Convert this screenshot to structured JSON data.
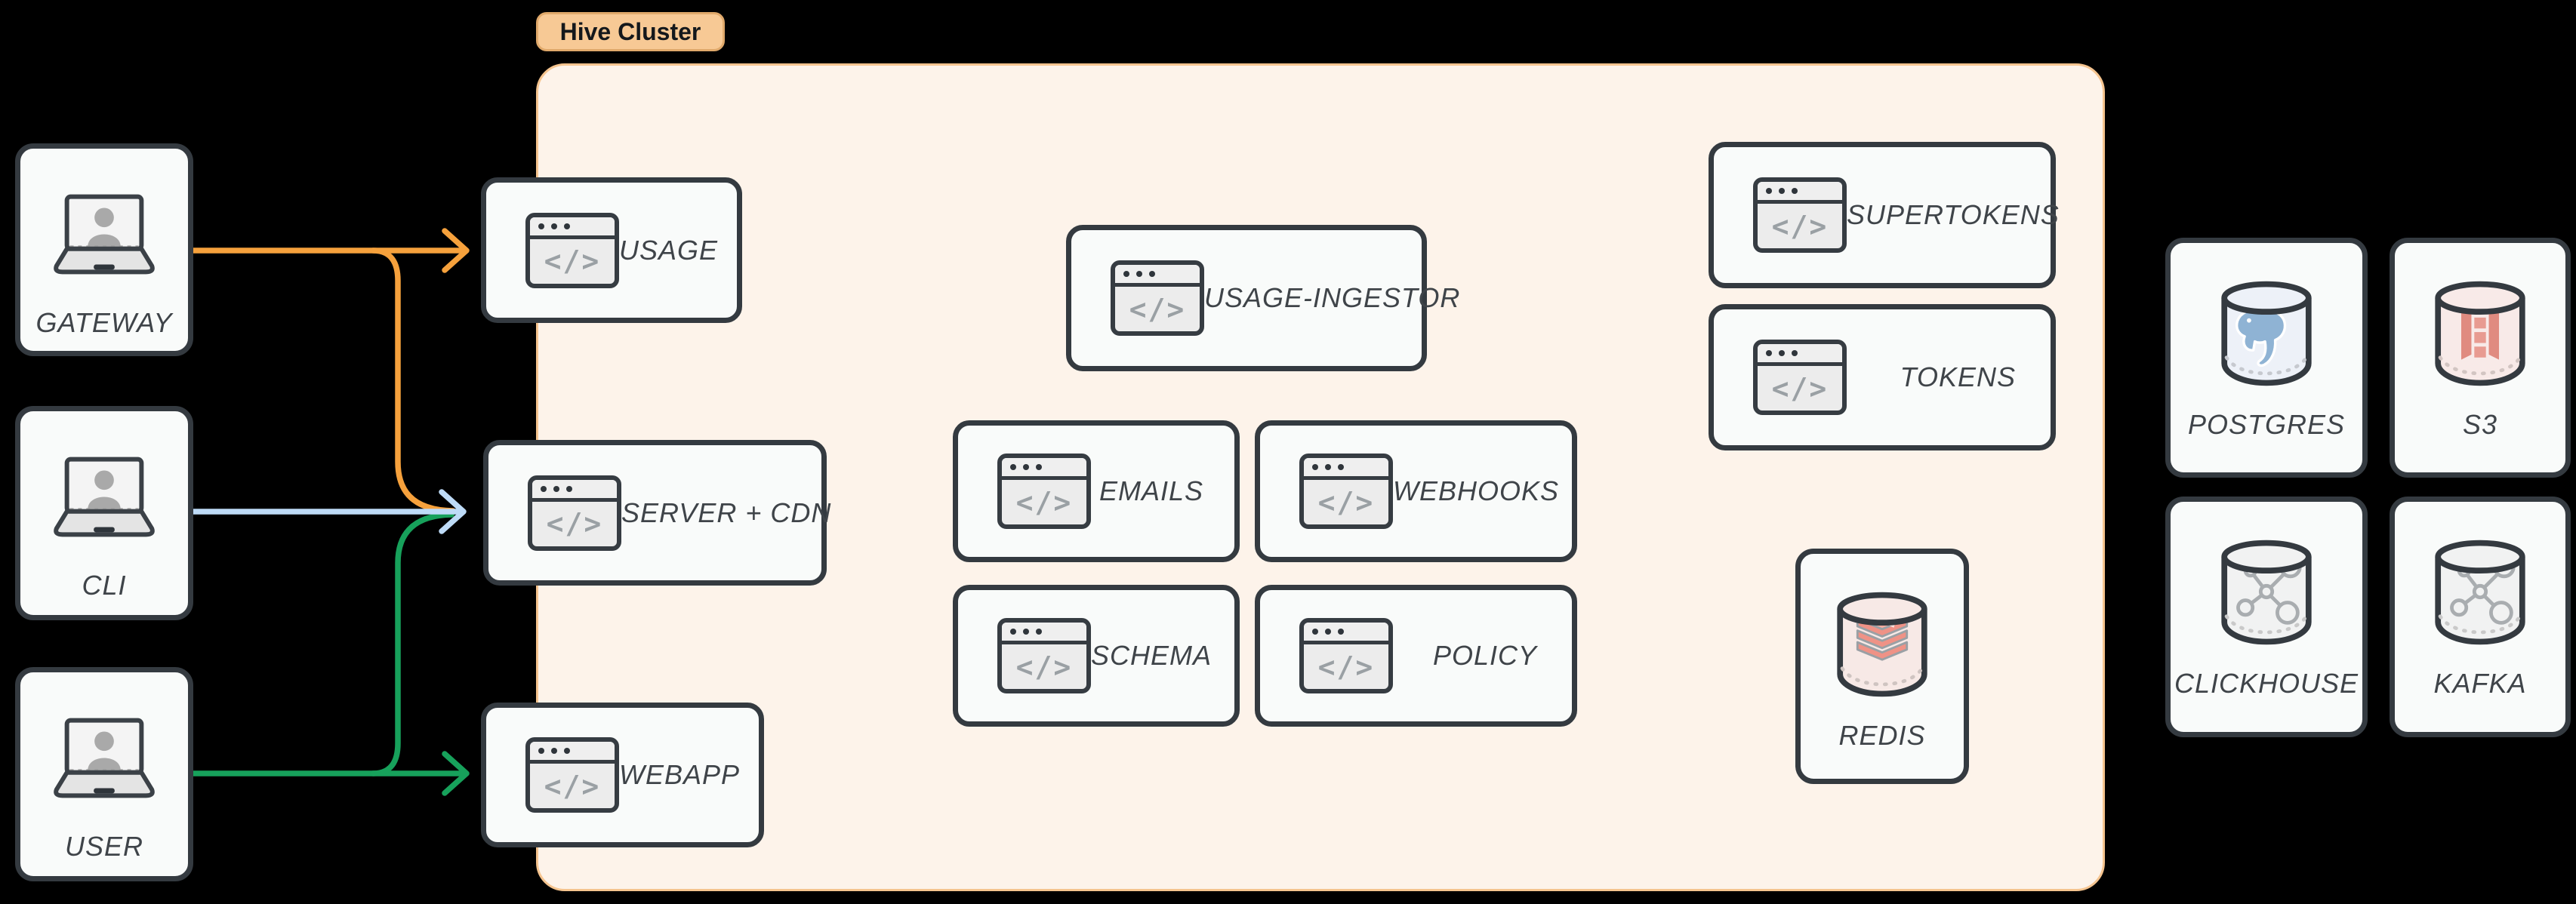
{
  "cluster": {
    "label": "Hive Cluster"
  },
  "nodes": {
    "gateway": {
      "label": "GATEWAY"
    },
    "cli": {
      "label": "CLI"
    },
    "user": {
      "label": "USER"
    },
    "usage": {
      "label": "USAGE"
    },
    "server_cdn": {
      "label": "SERVER + CDN"
    },
    "webapp": {
      "label": "WEBAPP"
    },
    "usage_ingestor": {
      "label": "USAGE-INGESTOR"
    },
    "emails": {
      "label": "EMAILS"
    },
    "webhooks": {
      "label": "WEBHOOKS"
    },
    "schema": {
      "label": "SCHEMA"
    },
    "policy": {
      "label": "POLICY"
    },
    "supertokens": {
      "label": "SUPERTOKENS"
    },
    "tokens": {
      "label": "TOKENS"
    },
    "redis": {
      "label": "REDIS"
    },
    "postgres": {
      "label": "POSTGRES"
    },
    "s3": {
      "label": "S3"
    },
    "clickhouse": {
      "label": "CLICKHOUSE"
    },
    "kafka": {
      "label": "KAFKA"
    }
  },
  "edges": [
    {
      "from": "GATEWAY",
      "to": "USAGE",
      "color": "#f6a13c"
    },
    {
      "from": "GATEWAY",
      "to": "SERVER + CDN",
      "color": "#f6a13c"
    },
    {
      "from": "CLI",
      "to": "SERVER + CDN",
      "color": "#bedbf7"
    },
    {
      "from": "USER",
      "to": "SERVER + CDN",
      "color": "#17a15b"
    },
    {
      "from": "USER",
      "to": "WEBAPP",
      "color": "#17a15b"
    }
  ],
  "colors": {
    "edge_gateway": "#f6a13c",
    "edge_cli": "#bedbf7",
    "edge_user": "#17a15b",
    "cluster_fill": "#fdf3ea",
    "cluster_border": "#f5c48f",
    "badge_fill": "#f7c995",
    "node_border": "#343a40",
    "node_fill": "#f9fbfa",
    "label_text": "#3f4449"
  },
  "icons": {
    "code_glyph": "</>",
    "laptop_user": "laptop-with-user-silhouette",
    "database": "database-cylinder"
  }
}
